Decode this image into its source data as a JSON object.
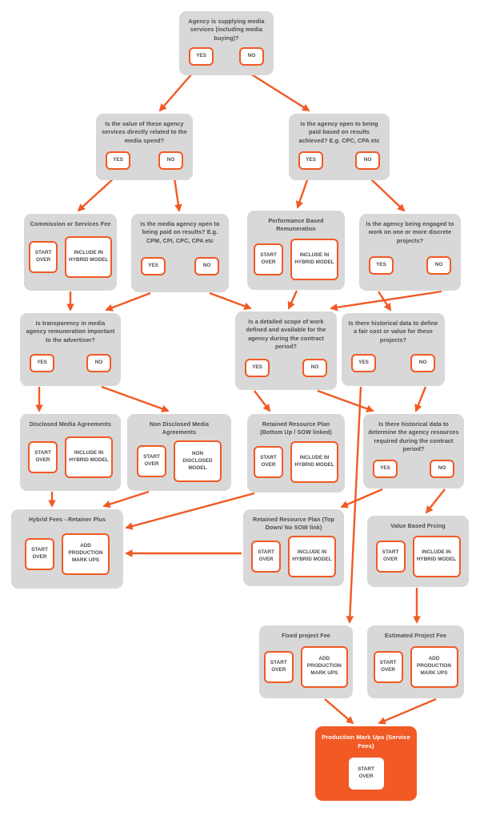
{
  "palette": {
    "orange": "#F15A24",
    "box_gray": "#D8D8D8",
    "text_gray": "#4D4D4D",
    "white": "#FFFFFF"
  },
  "ui": {
    "yes": "YES",
    "no": "NO",
    "start_over": "START OVER",
    "include_hybrid": "INCLUDE IN HYBRID MODEL",
    "non_disclosed_model": "NON DISCLOSED MODEL",
    "add_markups": "ADD PRODUCTION MARK UPS"
  },
  "nodes": {
    "agency_supplying": {
      "label": "Agency is supplying media services (including media buying)?"
    },
    "value_media_spend": {
      "label": "Is the value of these agency services directly related to the media spend?"
    },
    "open_results": {
      "label": "Is the agency open to being paid based on results achieved? E.g. CPC, CPA etc"
    },
    "commission": {
      "label": "Commission or Services Fee"
    },
    "media_open_results": {
      "label": "Is the media agency open to being paid on results? E.g. CPM, CPI, CPC, CPA etc"
    },
    "performance_based": {
      "label": "Performance Based Remuneration"
    },
    "discrete_projects": {
      "label": "Is the agency being engaged to work on one or more discrete projects?"
    },
    "transparency": {
      "label": "Is transparency in media agency remuneration important to the advertiser?"
    },
    "scope_defined": {
      "label": "Is a detailed scope of work defined and available for the agency during the contract period?"
    },
    "historical_fair_cost": {
      "label": "Is there historical data to define a fair cost or value for these projects?"
    },
    "disclosed": {
      "label": "Disclosed Media Agreements"
    },
    "non_disclosed": {
      "label": "Non Disclosed Media Agreements"
    },
    "retained_bottom_up": {
      "label": "Retained Resource Plan (Bottom Up / SOW linked)"
    },
    "historical_resources": {
      "label": "Is there historical data to determine the agency resources required during the contract period?"
    },
    "hybrid_fees": {
      "label": "Hybrid Fees - Retainer Plus"
    },
    "retained_top_down": {
      "label": "Retained Resource Plan (Top Down/ No SOW link)"
    },
    "value_based": {
      "label": "Value Based Prcing"
    },
    "fixed_fee": {
      "label": "Fixed project Fee"
    },
    "estimated_fee": {
      "label": "Estimated Project Fee"
    },
    "production_markups": {
      "label": "Production Mark Ups (Service Fees)"
    }
  },
  "edges": [
    {
      "from": "agency_supplying",
      "via": "YES",
      "to": "value_media_spend"
    },
    {
      "from": "agency_supplying",
      "via": "NO",
      "to": "open_results"
    },
    {
      "from": "value_media_spend",
      "via": "YES",
      "to": "commission"
    },
    {
      "from": "value_media_spend",
      "via": "NO",
      "to": "media_open_results"
    },
    {
      "from": "open_results",
      "via": "YES",
      "to": "performance_based"
    },
    {
      "from": "open_results",
      "via": "NO",
      "to": "discrete_projects"
    },
    {
      "from": "commission",
      "via": "",
      "to": "transparency"
    },
    {
      "from": "media_open_results",
      "via": "YES",
      "to": "transparency"
    },
    {
      "from": "media_open_results",
      "via": "NO",
      "to": "scope_defined"
    },
    {
      "from": "performance_based",
      "via": "",
      "to": "scope_defined"
    },
    {
      "from": "discrete_projects",
      "via": "YES",
      "to": "historical_fair_cost"
    },
    {
      "from": "discrete_projects",
      "via": "NO",
      "to": "scope_defined"
    },
    {
      "from": "transparency",
      "via": "YES",
      "to": "disclosed"
    },
    {
      "from": "transparency",
      "via": "NO",
      "to": "non_disclosed"
    },
    {
      "from": "scope_defined",
      "via": "YES",
      "to": "retained_bottom_up"
    },
    {
      "from": "scope_defined",
      "via": "NO",
      "to": "historical_resources"
    },
    {
      "from": "historical_fair_cost",
      "via": "YES",
      "to": "fixed_fee"
    },
    {
      "from": "historical_fair_cost",
      "via": "NO",
      "to": "historical_resources"
    },
    {
      "from": "historical_resources",
      "via": "YES",
      "to": "retained_top_down"
    },
    {
      "from": "historical_resources",
      "via": "NO",
      "to": "value_based"
    },
    {
      "from": "value_based",
      "via": "",
      "to": "estimated_fee"
    },
    {
      "from": "disclosed",
      "via": "",
      "to": "hybrid_fees"
    },
    {
      "from": "non_disclosed",
      "via": "",
      "to": "hybrid_fees"
    },
    {
      "from": "retained_bottom_up",
      "via": "",
      "to": "hybrid_fees"
    },
    {
      "from": "retained_top_down",
      "via": "",
      "to": "hybrid_fees"
    },
    {
      "from": "fixed_fee",
      "via": "",
      "to": "production_markups"
    },
    {
      "from": "estimated_fee",
      "via": "",
      "to": "production_markups"
    }
  ]
}
